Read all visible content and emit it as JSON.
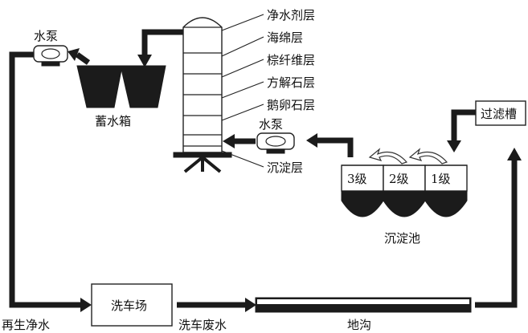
{
  "labels": {
    "water_pump_left": "水泵",
    "storage_tank": "蓄水箱",
    "filter_layer_1": "净水剂层",
    "filter_layer_2": "海绵层",
    "filter_layer_3": "棕纤维层",
    "filter_layer_4": "方解石层",
    "filter_layer_5": "鹅卵石层",
    "sediment_layer": "沉淀层",
    "water_pump_mid": "水泵",
    "filter_tank": "过滤槽",
    "level_3": "3级",
    "level_2": "2级",
    "level_1": "1级",
    "settling_pool": "沉淀池",
    "recycled_water": "再生净水",
    "car_wash": "洗车场",
    "wastewater": "洗车废水",
    "trench": "地沟"
  }
}
